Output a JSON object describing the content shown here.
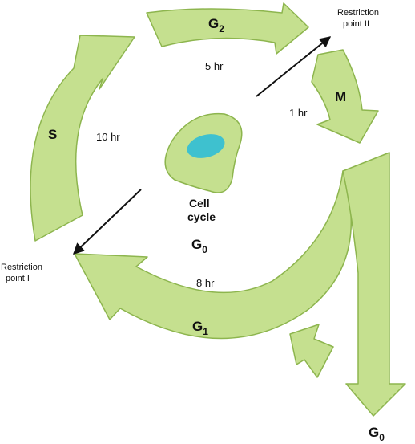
{
  "diagram": {
    "colors": {
      "arrow_fill": "#c5e08f",
      "arrow_stroke": "#8db54e",
      "cell_fill": "#c5e08f",
      "nucleus_fill": "#3ec1cf",
      "line": "#111111"
    },
    "phases": {
      "s": {
        "label": "S",
        "duration": "10 hr"
      },
      "g2": {
        "label": "G",
        "sub": "2",
        "duration": "5 hr"
      },
      "m": {
        "label": "M",
        "duration": "1 hr"
      },
      "g1": {
        "label": "G",
        "sub": "1",
        "duration": "8 hr"
      },
      "g0_center": {
        "label": "G",
        "sub": "0"
      },
      "g0_exit": {
        "label": "G",
        "sub": "0"
      }
    },
    "center": {
      "line1": "Cell",
      "line2": "cycle"
    },
    "restriction_points": {
      "one": {
        "line1": "Restriction",
        "line2": "point I"
      },
      "two": {
        "line1": "Restriction",
        "line2": "point II"
      }
    }
  }
}
